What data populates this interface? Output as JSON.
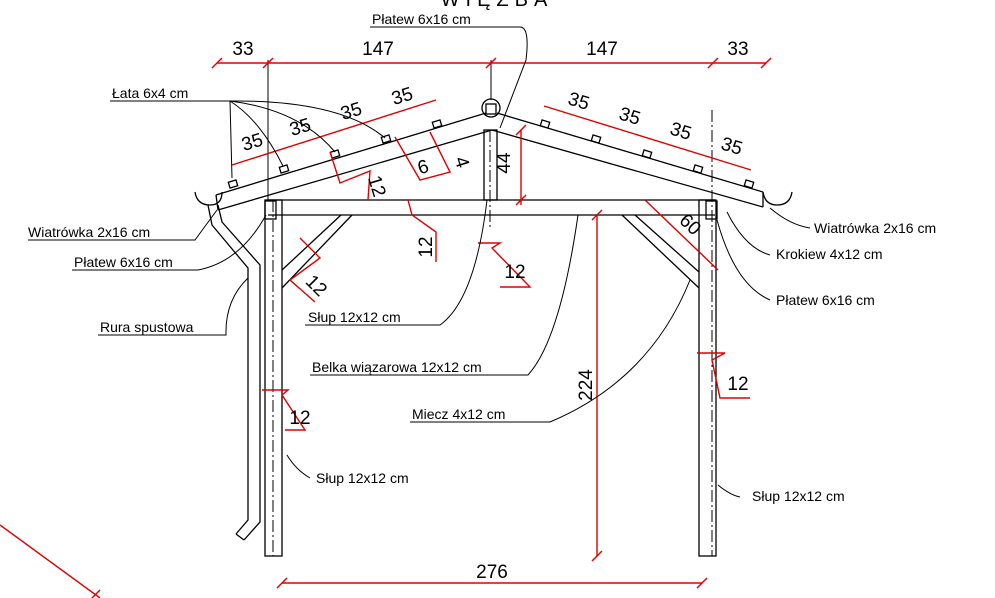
{
  "title_partial": "WIĘŹBA",
  "colors": {
    "lines": "#000000",
    "dimensions": "#e00000",
    "background": "#ffffff"
  },
  "labels": {
    "platew_top": "Płatew 6x16 cm",
    "lata": "Łata 6x4 cm",
    "wiatrowka_left": "Wiatrówka 2x16 cm",
    "platew_left": "Płatew 6x16 cm",
    "rura": "Rura spustowa",
    "slup_center": "Słup 12x12 cm",
    "belka": "Belka wiązarowa 12x12 cm",
    "miecz": "Miecz 4x12 cm",
    "slup_left": "Słup 12x12 cm",
    "wiatrowka_right": "Wiatrówka 2x16 cm",
    "krokiew": "Krokiew 4x12 cm",
    "platew_right": "Płatew 6x16 cm",
    "slup_right": "Słup 12x12 cm"
  },
  "dimensions": {
    "top_overhang_left": "33",
    "top_half_left": "147",
    "top_half_right": "147",
    "top_overhang_right": "33",
    "lata_spacing_left_1": "35",
    "lata_spacing_left_2": "35",
    "lata_spacing_left_3": "35",
    "lata_spacing_left_4": "35",
    "lata_spacing_right_1": "35",
    "lata_spacing_right_2": "35",
    "lata_spacing_right_3": "35",
    "lata_spacing_right_4": "35",
    "krokiew_height": "12",
    "lata_width": "6",
    "lata_height": "4",
    "king_post_height": "44",
    "belka_height": "12",
    "miecz_width_left": "12",
    "king_post_width": "12",
    "miecz_length": "60",
    "post_height": "224",
    "post_width_left": "12",
    "post_width_right": "12",
    "bottom_span": "276"
  }
}
